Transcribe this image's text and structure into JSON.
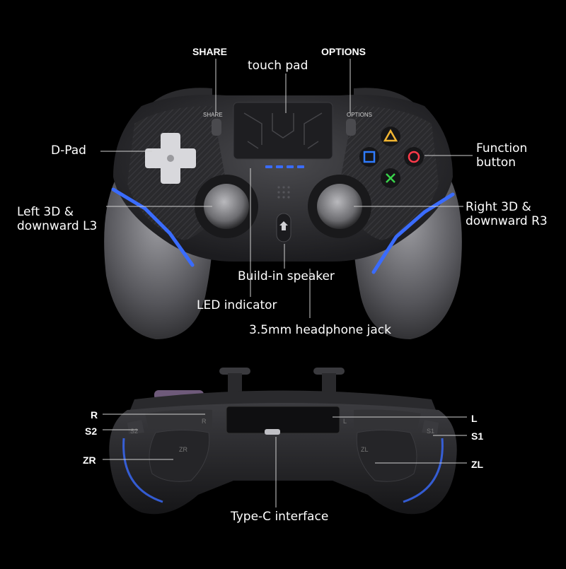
{
  "labels": {
    "share_top": "SHARE",
    "options_top": "OPTIONS",
    "touch_pad": "touch pad",
    "share_small": "SHARE",
    "options_small": "OPTIONS",
    "d_pad": "D-Pad",
    "function_line1": "Function",
    "function_line2": "button",
    "left_3d_line1": "Left 3D &",
    "left_3d_line2": "downward L3",
    "right_3d_line1": "Right 3D &",
    "right_3d_line2": "downward R3",
    "speaker": "Build-in speaker",
    "led": "LED indicator",
    "headphone": "3.5mm headphone jack",
    "r": "R",
    "s2": "S2",
    "zr": "ZR",
    "l": "L",
    "s1": "S1",
    "zl": "ZL",
    "type_c": "Type-C interface",
    "plate_r": "R",
    "plate_l": "L",
    "plate_zr": "ZR",
    "plate_zl": "ZL",
    "plate_s2": "S2",
    "plate_s1": "S1"
  },
  "colors": {
    "background": "#000000",
    "accent_blue": "#3a6cff",
    "triangle": "#f2b632",
    "square": "#2f7bff",
    "circle": "#ff3a4a",
    "cross": "#39d34b",
    "leader_line": "#cfcfcf"
  },
  "icons": [
    "triangle-button-icon",
    "square-button-icon",
    "circle-button-icon",
    "cross-button-icon",
    "home-button-icon",
    "dpad-icon"
  ]
}
